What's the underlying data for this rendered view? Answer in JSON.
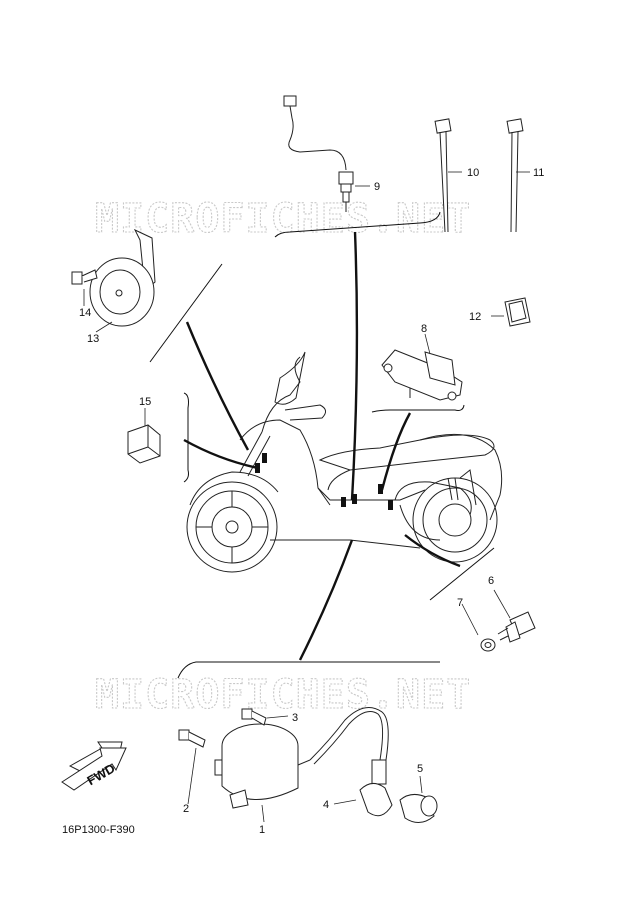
{
  "watermark": "MICROFICHES.NET",
  "diagram_code": "16P1300-F390",
  "direction_label": "FWD",
  "callouts": [
    {
      "id": "c1",
      "label": "1"
    },
    {
      "id": "c2",
      "label": "2"
    },
    {
      "id": "c3",
      "label": "3"
    },
    {
      "id": "c4",
      "label": "4"
    },
    {
      "id": "c5",
      "label": "5"
    },
    {
      "id": "c6",
      "label": "6"
    },
    {
      "id": "c7",
      "label": "7"
    },
    {
      "id": "c8",
      "label": "8"
    },
    {
      "id": "c9",
      "label": "9"
    },
    {
      "id": "c10",
      "label": "10"
    },
    {
      "id": "c11",
      "label": "11"
    },
    {
      "id": "c12",
      "label": "12"
    },
    {
      "id": "c13",
      "label": "13"
    },
    {
      "id": "c14",
      "label": "14"
    },
    {
      "id": "c15",
      "label": "15"
    }
  ]
}
